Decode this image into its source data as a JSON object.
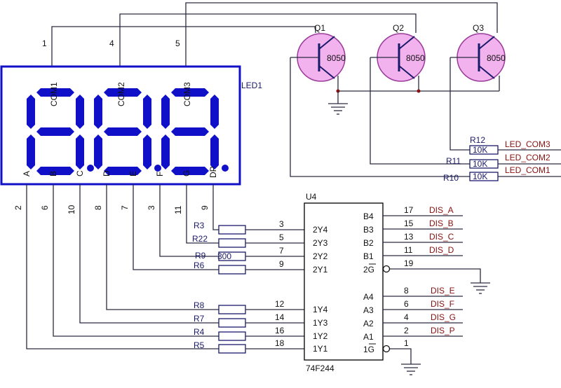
{
  "display": {
    "label": "LED1",
    "com_pins": [
      "COM1",
      "COM2",
      "COM3"
    ],
    "com_pin_numbers": [
      "1",
      "4",
      "5"
    ],
    "segment_pins": [
      "A",
      "B",
      "C",
      "D",
      "E",
      "F",
      "G",
      "DP"
    ],
    "segment_pin_numbers": [
      "2",
      "6",
      "10",
      "8",
      "7",
      "3",
      "11",
      "9"
    ]
  },
  "transistors": [
    {
      "ref": "Q1",
      "type": "8050"
    },
    {
      "ref": "Q2",
      "type": "8050"
    },
    {
      "ref": "Q3",
      "type": "8050"
    }
  ],
  "base_resistors": [
    {
      "ref": "R12",
      "value": "10K",
      "net": "LED_COM3"
    },
    {
      "ref": "R11",
      "value": "10K",
      "net": "LED_COM2"
    },
    {
      "ref": "R10",
      "value": "10K",
      "net": "LED_COM1"
    }
  ],
  "segment_resistors": [
    {
      "ref": "R3",
      "value": ""
    },
    {
      "ref": "R22",
      "value": ""
    },
    {
      "ref": "R9",
      "value": "300"
    },
    {
      "ref": "R6",
      "value": ""
    },
    {
      "ref": "R8",
      "value": ""
    },
    {
      "ref": "R7",
      "value": ""
    },
    {
      "ref": "R4",
      "value": ""
    },
    {
      "ref": "R5",
      "value": ""
    }
  ],
  "chip": {
    "ref": "U4",
    "part": "74F244",
    "left_pins": [
      {
        "name": "2Y4",
        "num": "3"
      },
      {
        "name": "2Y3",
        "num": "5"
      },
      {
        "name": "2Y2",
        "num": "7"
      },
      {
        "name": "2Y1",
        "num": "9"
      },
      {
        "name": "1Y4",
        "num": "12"
      },
      {
        "name": "1Y3",
        "num": "14"
      },
      {
        "name": "1Y2",
        "num": "16"
      },
      {
        "name": "1Y1",
        "num": "18"
      }
    ],
    "right_pins": [
      {
        "name": "B4",
        "num": "17",
        "net": "DIS_A"
      },
      {
        "name": "B3",
        "num": "15",
        "net": "DIS_B"
      },
      {
        "name": "B2",
        "num": "13",
        "net": "DIS_C"
      },
      {
        "name": "B1",
        "num": "11",
        "net": "DIS_D"
      },
      {
        "name": "2G",
        "num": "19",
        "net": ""
      },
      {
        "name": "A4",
        "num": "8",
        "net": "DIS_E"
      },
      {
        "name": "A3",
        "num": "6",
        "net": "DIS_F"
      },
      {
        "name": "A2",
        "num": "4",
        "net": "DIS_G"
      },
      {
        "name": "A1",
        "num": "2",
        "net": "DIS_P"
      },
      {
        "name": "1G",
        "num": "1",
        "net": ""
      }
    ]
  }
}
